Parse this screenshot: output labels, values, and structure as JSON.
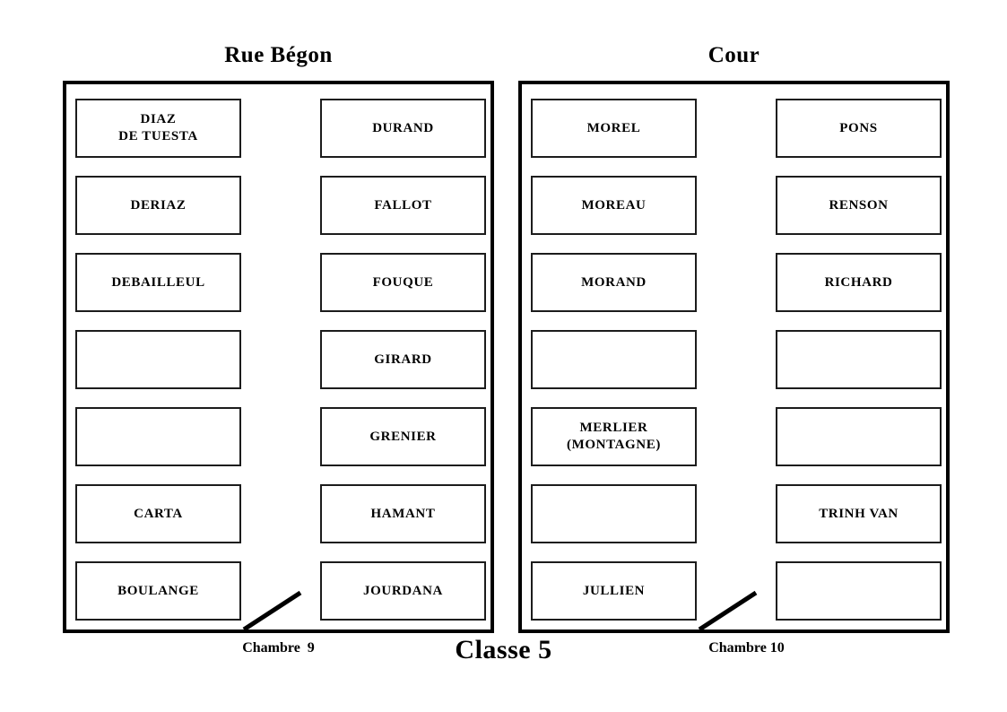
{
  "page": {
    "classe_label": "Classe 5"
  },
  "rooms": [
    {
      "header": "Rue Bégon",
      "chambre_label": "Chambre  9",
      "columns": [
        [
          "DIAZ\nDE TUESTA",
          "DERIAZ",
          "DEBAILLEUL",
          "",
          "",
          "CARTA",
          "BOULANGE"
        ],
        [
          "DURAND",
          "FALLOT",
          "FOUQUE",
          "GIRARD",
          "GRENIER",
          "HAMANT",
          "JOURDANA"
        ]
      ]
    },
    {
      "header": "Cour",
      "chambre_label": "Chambre 10",
      "columns": [
        [
          "MOREL",
          "MOREAU",
          "MORAND",
          "",
          "MERLIER\n(MONTAGNE)",
          "",
          "JULLIEN"
        ],
        [
          "PONS",
          "RENSON",
          "RICHARD",
          "",
          "",
          "TRINH VAN",
          ""
        ]
      ]
    }
  ],
  "colors": {
    "ink": "#000000",
    "paper": "#ffffff"
  }
}
